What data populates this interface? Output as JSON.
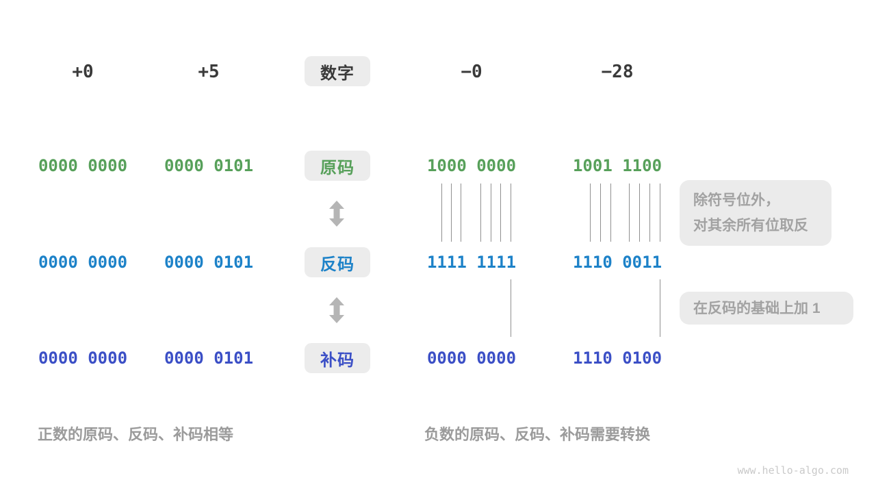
{
  "page": {
    "watermark": "www.hello-algo.com"
  },
  "colors": {
    "header_text": "#3a3a3a",
    "sign_magnitude_green": "#57a05a",
    "ones_complement_blue": "#1d82c8",
    "twos_complement_indigo": "#3b4fc6",
    "badge_background": "#ececec",
    "annotation_background": "#ebebeb",
    "annotation_text": "#a2a2a2",
    "caption_text": "#9b9b9b",
    "mapping_line": "#8f8f8f",
    "arrow": "#b5b5b5"
  },
  "header": {
    "badge": "数字",
    "columns": [
      "+0",
      "+5",
      "−0",
      "−28"
    ]
  },
  "rows": [
    {
      "id": "sign-magnitude",
      "badge": "原码",
      "values": [
        "0000 0000",
        "0000 0101",
        "1000 0000",
        "1001 1100"
      ]
    },
    {
      "id": "ones-complement",
      "badge": "反码",
      "values": [
        "0000 0000",
        "0000 0101",
        "1111 1111",
        "1110 0011"
      ]
    },
    {
      "id": "twos-complement",
      "badge": "补码",
      "values": [
        "0000 0000",
        "0000 0101",
        "0000 0000",
        "1110 0100"
      ]
    }
  ],
  "annotations": {
    "invert_line1": "除符号位外，",
    "invert_line2": "对其余所有位取反",
    "add_one": "在反码的基础上加 1"
  },
  "captions": {
    "positive": "正数的原码、反码、补码相等",
    "negative": "负数的原码、反码、补码需要转换"
  }
}
